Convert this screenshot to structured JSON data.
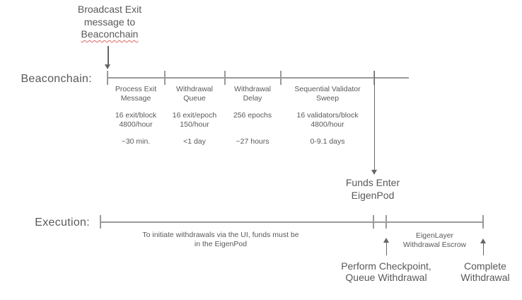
{
  "broadcast": {
    "line1": "Broadcast Exit",
    "line2": "message to",
    "line3": "Beaconchain"
  },
  "beaconchain": {
    "label": "Beaconchain:",
    "segments": [
      {
        "name1": "Process Exit",
        "name2": "Message",
        "rate1": "16 exit/block",
        "rate2": "4800/hour",
        "duration": "~30 min."
      },
      {
        "name1": "Withdrawal",
        "name2": "Queue",
        "rate1": "16 exit/epoch",
        "rate2": "150/hour",
        "duration": "<1 day"
      },
      {
        "name1": "Withdrawal",
        "name2": "Delay",
        "rate1": "256 epochs",
        "rate2": "",
        "duration": "~27 hours"
      },
      {
        "name1": "Sequential Validator",
        "name2": "Sweep",
        "rate1": "16 validators/block",
        "rate2": "4800/hour",
        "duration": "0-9.1 days"
      }
    ]
  },
  "funds_enter": {
    "line1": "Funds Enter",
    "line2": "EigenPod"
  },
  "execution": {
    "label": "Execution:",
    "note1": "To initiate withdrawals via the UI, funds must be",
    "note2": "in the EigenPod",
    "escrow1": "EigenLayer",
    "escrow2": "Withdrawal Escrow",
    "checkpoint1": "Perform Checkpoint,",
    "checkpoint2": "Queue Withdrawal",
    "complete1": "Complete",
    "complete2": "Withdrawal"
  },
  "colors": {
    "text": "#595959",
    "line": "#9a9a9a",
    "arrow": "#666666",
    "spellcheck_underline": "#e06666"
  }
}
